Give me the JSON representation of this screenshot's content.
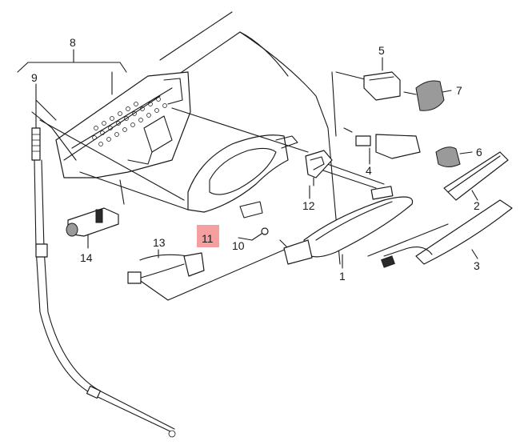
{
  "diagram": {
    "labels": [
      "1",
      "2",
      "3",
      "4",
      "5",
      "6",
      "7",
      "8",
      "9",
      "10",
      "11",
      "12",
      "13",
      "14"
    ],
    "highlight_color": "#f4a0a0"
  }
}
